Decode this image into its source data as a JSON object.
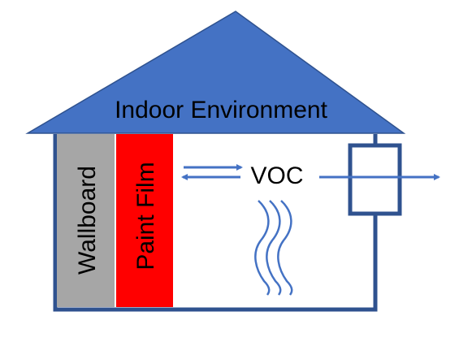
{
  "diagram": {
    "roof_label": "Indoor Environment",
    "wallboard_label": "Wallboard",
    "paint_film_label": "Paint Film",
    "voc_label": "VOC"
  },
  "colors": {
    "roof_fill": "#4472C4",
    "roof_stroke": "#2F528F",
    "outline": "#2F528F",
    "wallboard_fill": "#A6A6A6",
    "paint_film_fill": "#FF0000",
    "arrow": "#4472C4",
    "text": "#000000"
  }
}
